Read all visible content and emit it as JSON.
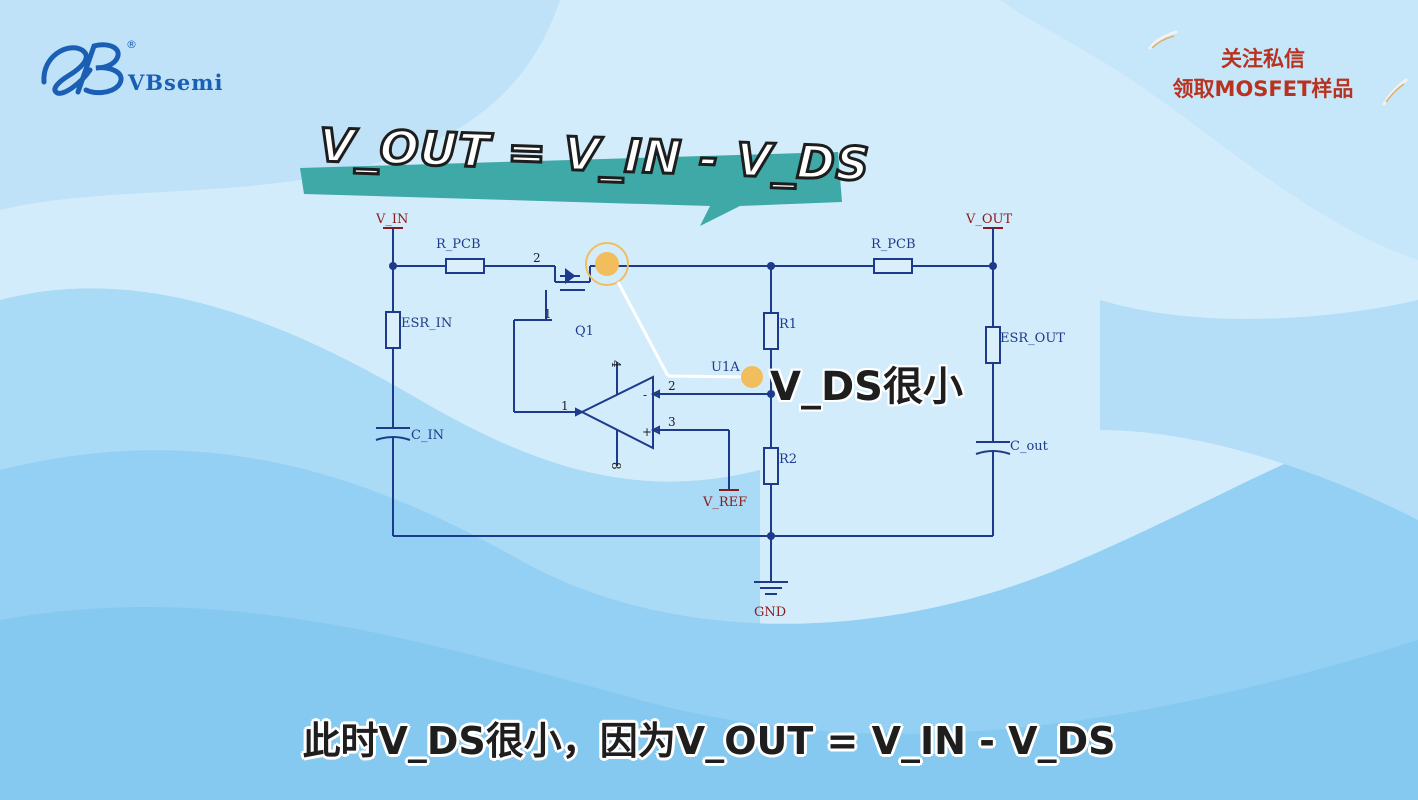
{
  "brand": {
    "name": "VBsemi",
    "registered_mark": "®"
  },
  "promo": {
    "line1": "关注私信",
    "line2": "领取MOSFET样品"
  },
  "banner": {
    "title": "V_OUT = V_IN - V_DS"
  },
  "callout": {
    "text": "V_DS很小"
  },
  "subtitle": {
    "text": "此时V_DS很小，因为V_OUT = V_IN - V_DS"
  },
  "circuit": {
    "nets": {
      "vin": "V_IN",
      "vout": "V_OUT",
      "vref": "V_REF",
      "gnd": "GND"
    },
    "components": {
      "rpcb_in": "R_PCB",
      "rpcb_out": "R_PCB",
      "esr_in": "ESR_IN",
      "esr_out": "ESR_OUT",
      "cin": "C_IN",
      "cout": "C_out",
      "r1": "R1",
      "r2": "R2",
      "q1": "Q1",
      "u1a": "U1A"
    },
    "pins": {
      "q1_drain": "2",
      "q1_gate": "1",
      "opamp_out": "1",
      "opamp_inv": "2",
      "opamp_noninv": "3",
      "opamp_vplus": "4",
      "opamp_vminus": "8"
    }
  },
  "colors": {
    "wire": "#1e3a8a",
    "highlight": "#f2bd5c",
    "banner_teal": "#3fa9a8",
    "promo_red": "#b8321f",
    "brand_blue": "#1a5fb4"
  }
}
